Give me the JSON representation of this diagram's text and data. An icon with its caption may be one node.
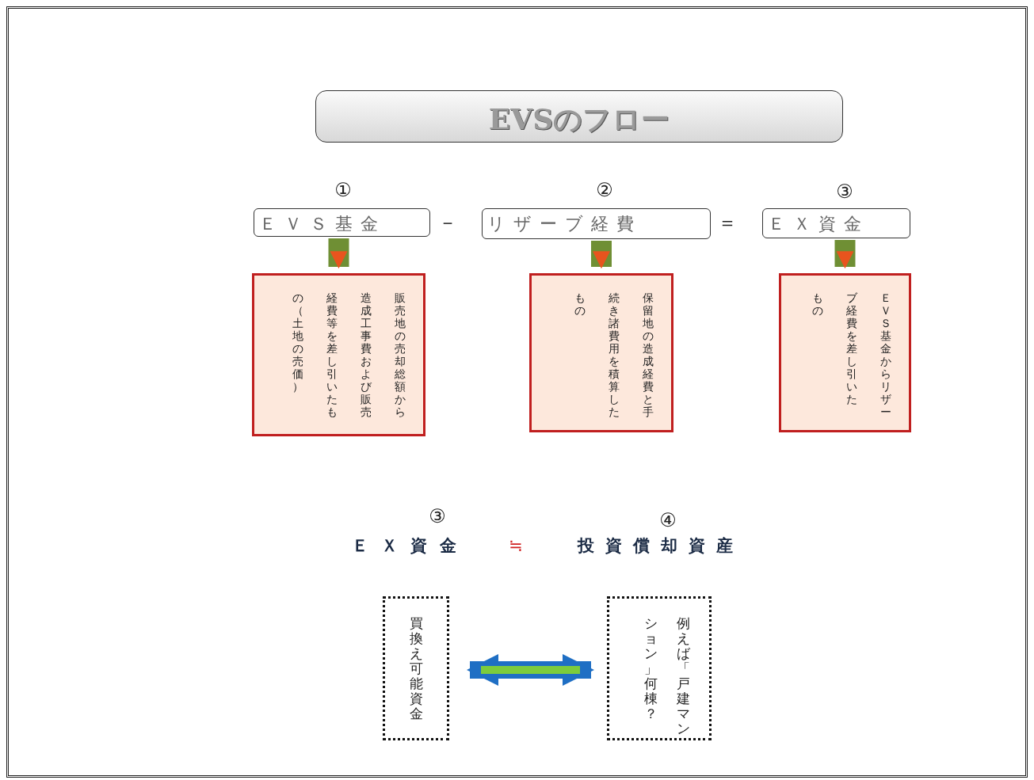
{
  "diagram": {
    "nodes": [
      {
        "text": [
          "EVSのフロー"
        ]
      },
      {
        "text": [
          "ＥＶＳ基金"
        ],
        "beside": [
          "①"
        ]
      },
      {
        "text": [
          "リザーブ経費"
        ],
        "beside": [
          "②"
        ]
      },
      {
        "text": [
          "ＥＸ資金"
        ],
        "beside": [
          "③"
        ]
      },
      {
        "text": [
          "販売地の売却総額から造成工事費および販売経費等を差し引いたもの（土地の売価）"
        ]
      },
      {
        "text": [
          "保留地の造成経費と手続き諸費用を積算したもの"
        ]
      },
      {
        "text": [
          "ＥＶＳ基金からリザーブ経費を差し引いたもの"
        ]
      },
      {
        "text": [
          "買換え可能資金"
        ]
      },
      {
        "text": [
          "例えば「戸建マンション」何棟？"
        ]
      }
    ],
    "edges": [
      {
        "from": 1,
        "to": 4,
        "arrow": "to"
      },
      {
        "from": 2,
        "to": 5,
        "arrow": "to"
      },
      {
        "from": 3,
        "to": 6,
        "arrow": "to"
      },
      {
        "from": 7,
        "to": 8,
        "arrow": "both",
        "color": "#1f6fc4"
      }
    ],
    "labels": [
      "－",
      "＝",
      "③",
      "ＥＸ資金",
      "≒",
      "④",
      "投資償却資産"
    ]
  }
}
